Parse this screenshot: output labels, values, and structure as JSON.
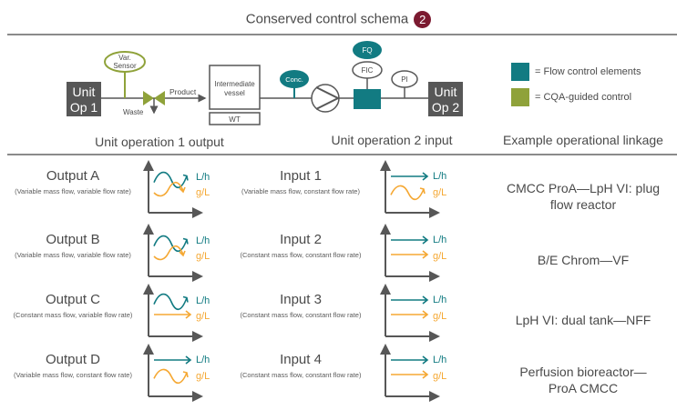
{
  "header": {
    "title": "Conserved control schema",
    "badge": "2"
  },
  "schema": {
    "unit_op_1": [
      "Unit",
      "Op 1"
    ],
    "unit_op_2": [
      "Unit",
      "Op 2"
    ],
    "var_sensor": [
      "Var.",
      "Sensor"
    ],
    "product_label": "Product",
    "waste_label": "Waste",
    "intermediate_vessel": [
      "Intermediate",
      "vessel"
    ],
    "wt_label": "WT",
    "conc_label": "Conc.",
    "fq_label": "FQ",
    "fic_label": "FIC",
    "pi_label": "PI"
  },
  "legend": [
    {
      "label": "= Flow control elements",
      "color": "#127b82"
    },
    {
      "label": "= CQA-guided control",
      "color": "#8fa23a"
    }
  ],
  "colors": {
    "teal": "#127b82",
    "orange": "#f5a833",
    "olive": "#8fa23a",
    "dark_gray": "#575757",
    "badge": "#7b1a30"
  },
  "columns": {
    "output": "Unit operation 1 output",
    "input": "Unit operation 2 input",
    "example": "Example operational linkage"
  },
  "chart_labels": {
    "flow": "L/h",
    "mass": "g/L"
  },
  "rows": [
    {
      "output_title": "Output A",
      "output_sub": "(Variable mass flow, variable flow rate)",
      "output_flow": "variable",
      "output_mass": "variable",
      "input_title": "Input 1",
      "input_sub": "(Variable mass flow, constant flow rate)",
      "input_flow": "constant",
      "input_mass": "variable",
      "example": [
        "CMCC ProA—LpH VI: plug",
        "flow reactor"
      ]
    },
    {
      "output_title": "Output B",
      "output_sub": "(Variable mass flow, variable flow rate)",
      "output_flow": "variable",
      "output_mass": "variable",
      "input_title": "Input 2",
      "input_sub": "(Constant mass flow, constant flow rate)",
      "input_flow": "constant",
      "input_mass": "constant",
      "example": [
        "B/E Chrom—VF"
      ]
    },
    {
      "output_title": "Output C",
      "output_sub": "(Constant mass flow, variable flow rate)",
      "output_flow": "variable",
      "output_mass": "constant",
      "input_title": "Input 3",
      "input_sub": "(Constant mass flow, constant flow rate)",
      "input_flow": "constant",
      "input_mass": "constant",
      "example": [
        "LpH VI: dual tank—NFF"
      ]
    },
    {
      "output_title": "Output D",
      "output_sub": "(Variable mass flow, constant flow rate)",
      "output_flow": "constant",
      "output_mass": "variable",
      "input_title": "Input 4",
      "input_sub": "(Constant mass flow, constant flow rate)",
      "input_flow": "constant",
      "input_mass": "constant",
      "example": [
        "Perfusion bioreactor—",
        "ProA CMCC"
      ]
    }
  ]
}
